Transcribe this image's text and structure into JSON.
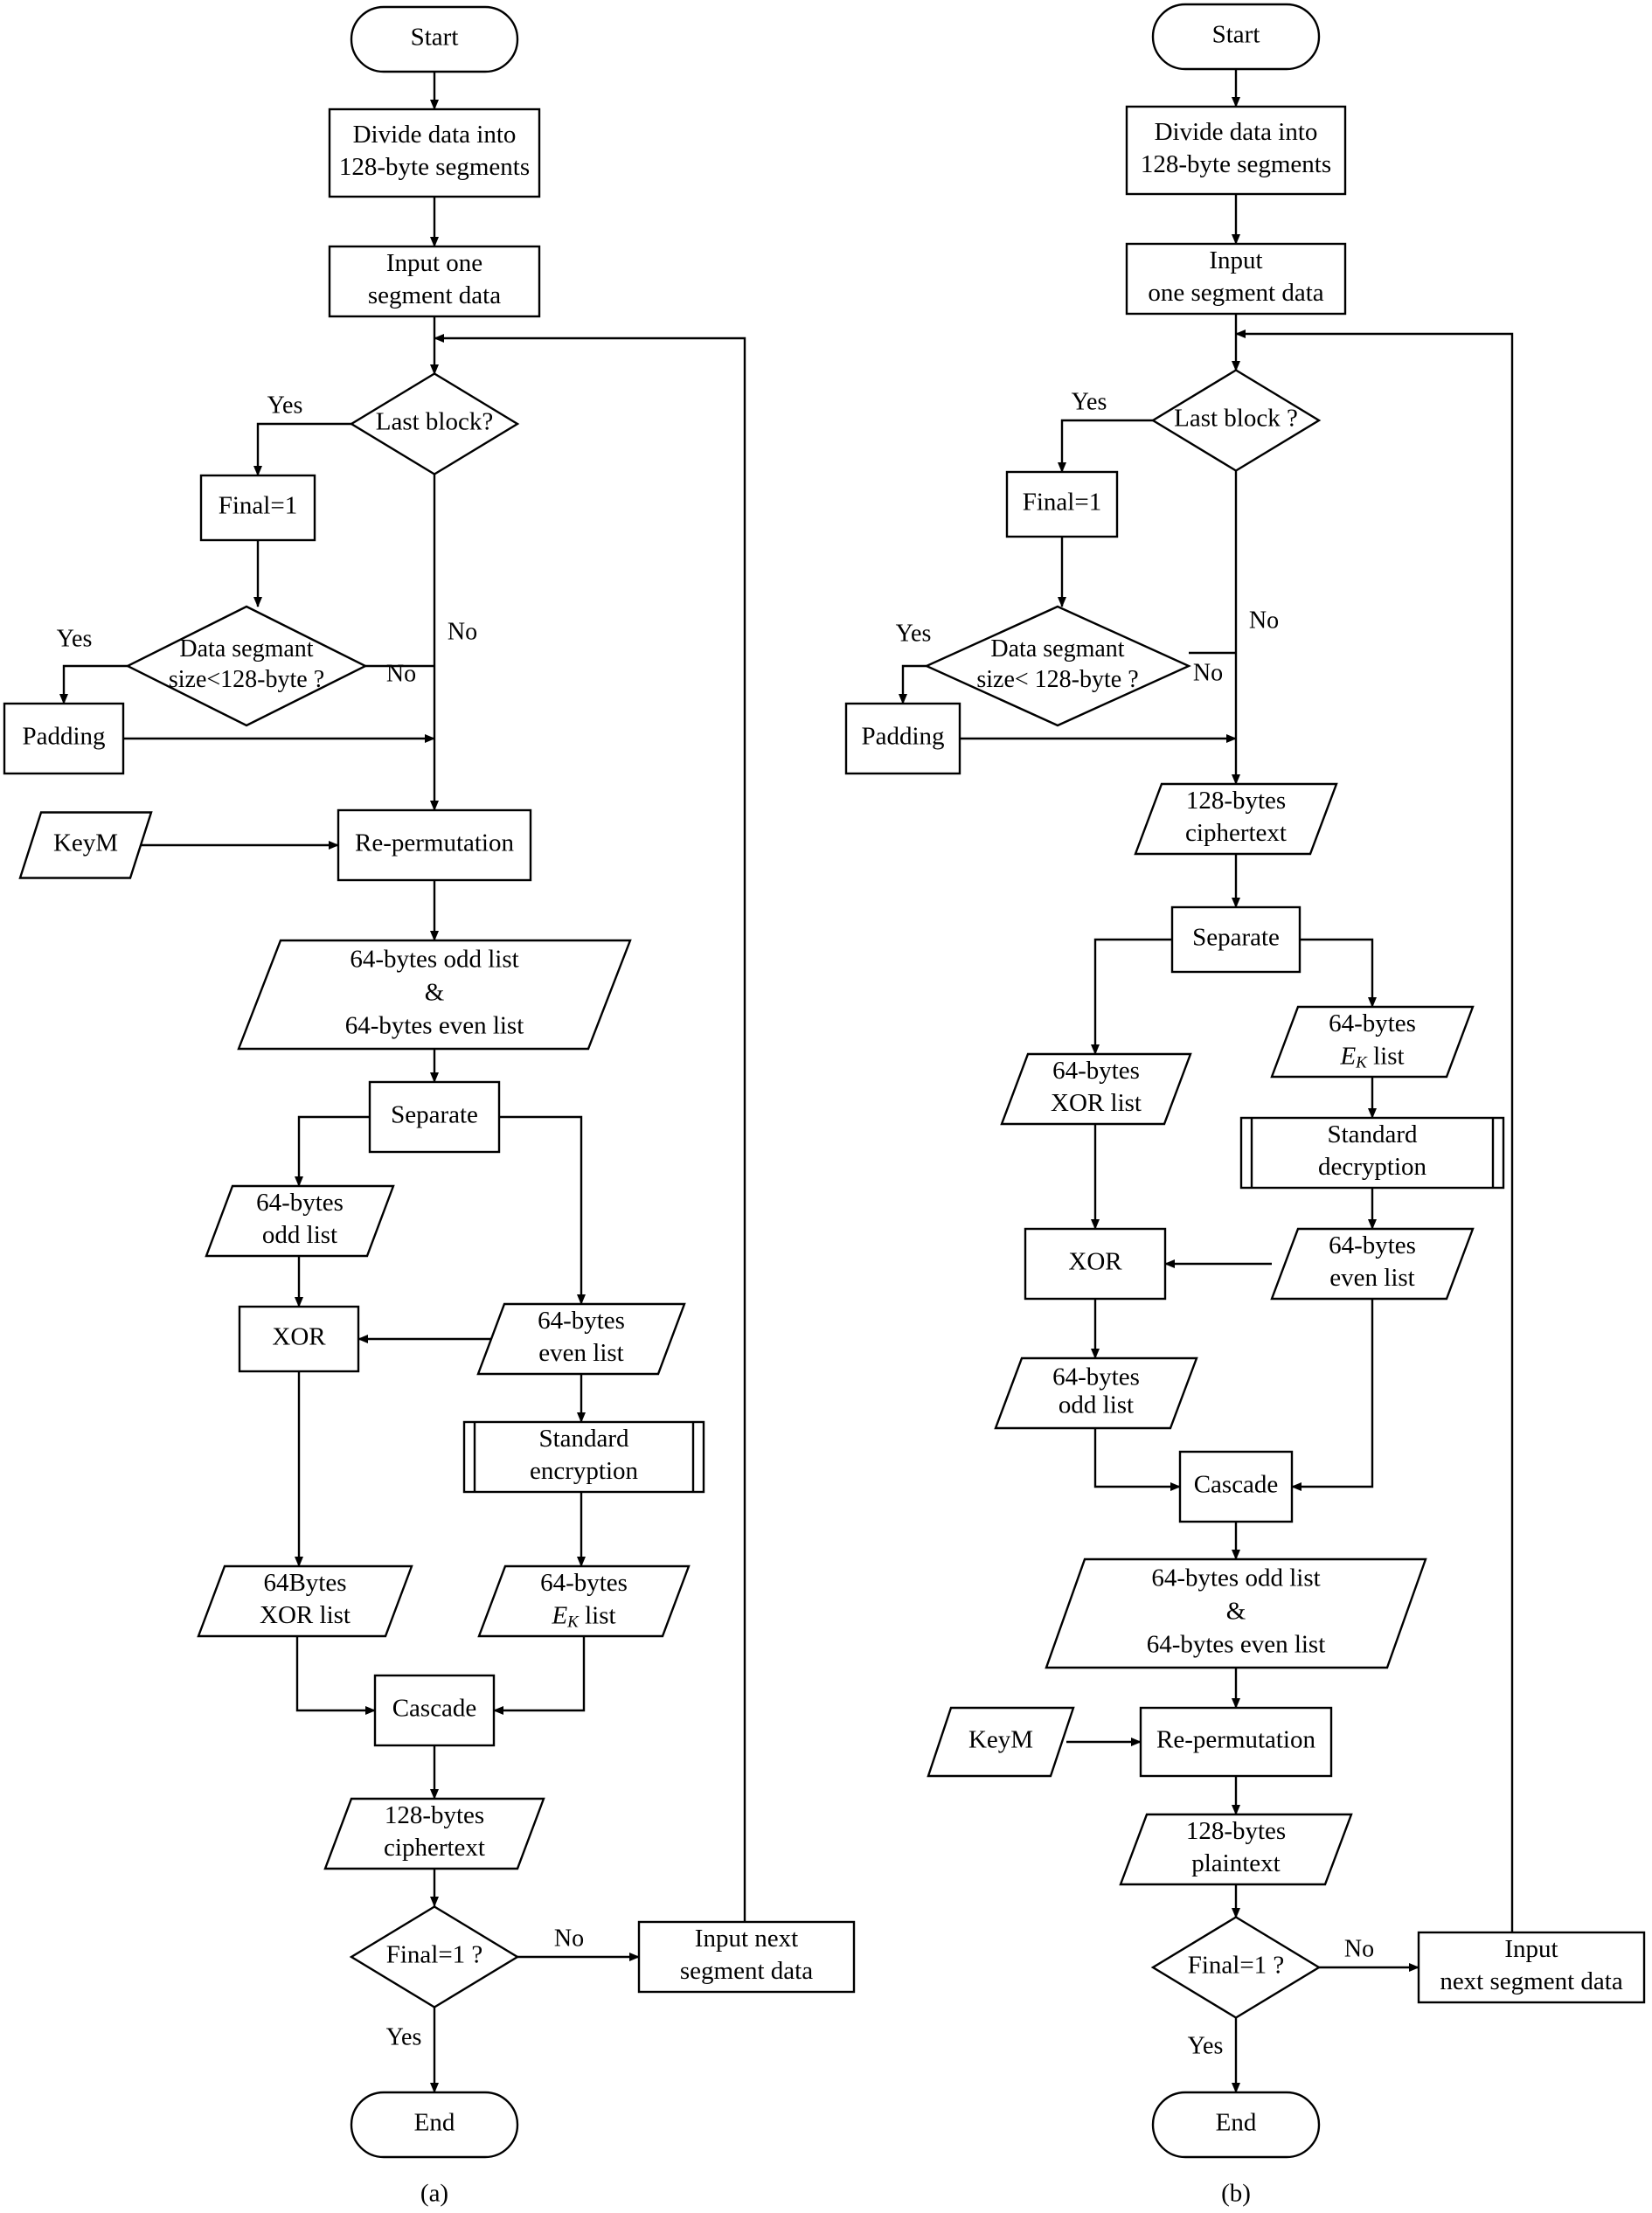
{
  "diagrams": [
    {
      "caption": "(a)",
      "start": "Start",
      "divide": [
        "Divide data into",
        "128-byte segments"
      ],
      "input_one": [
        "Input one",
        "segment data"
      ],
      "last_block": "Last block?",
      "final_set": "Final=1",
      "size_check": [
        "Data segmant",
        "size<128-byte ?"
      ],
      "padding": "Padding",
      "keym": "KeyM",
      "repermutation": "Re-permutation",
      "odd_even_list": [
        "64-bytes odd list",
        "&",
        "64-bytes even list"
      ],
      "separate": "Separate",
      "odd_list": [
        "64-bytes",
        "odd list"
      ],
      "xor": "XOR",
      "even_list": [
        "64-bytes",
        "even list"
      ],
      "standard": [
        "Standard",
        "encryption"
      ],
      "xor_list": [
        "64Bytes",
        "XOR list"
      ],
      "ek_list": {
        "line1": "64-bytes",
        "e": "E",
        "sub": "K",
        "rest": " list"
      },
      "cascade": "Cascade",
      "cipher": [
        "128-bytes",
        "ciphertext"
      ],
      "final_check": "Final=1 ?",
      "next_input": [
        "Input next",
        "segment data"
      ],
      "end": "End",
      "labels": {
        "yes1": "Yes",
        "yes2": "Yes",
        "no1": "No",
        "no2": "No",
        "no3": "No",
        "yes3": "Yes"
      }
    },
    {
      "caption": "(b)",
      "start": "Start",
      "divide": [
        "Divide data into",
        "128-byte segments"
      ],
      "input_one": [
        "Input",
        "one segment data"
      ],
      "last_block": "Last block ?",
      "final_set": "Final=1",
      "size_check": [
        "Data segmant",
        "size< 128-byte ?"
      ],
      "padding": "Padding",
      "cipher": [
        "128-bytes",
        "ciphertext"
      ],
      "separate": "Separate",
      "ek_list": {
        "line1": "64-bytes",
        "e": "E",
        "sub": "K",
        "rest": " list"
      },
      "xor_list": [
        "64-bytes",
        "XOR list"
      ],
      "standard": [
        "Standard",
        "decryption"
      ],
      "xor": "XOR",
      "even_list": [
        "64-bytes",
        "even list"
      ],
      "odd_list": [
        "64-bytes",
        "odd list"
      ],
      "cascade": "Cascade",
      "odd_even_list": [
        "64-bytes odd list",
        "&",
        "64-bytes even list"
      ],
      "keym": "KeyM",
      "repermutation": "Re-permutation",
      "plain": [
        "128-bytes",
        "plaintext"
      ],
      "final_check": "Final=1 ?",
      "next_input": [
        "Input",
        "next segment data"
      ],
      "end": "End",
      "labels": {
        "yes1": "Yes",
        "yes2": "Yes",
        "no1": "No",
        "no2": "No",
        "no3": "No",
        "yes3": "Yes"
      }
    }
  ]
}
